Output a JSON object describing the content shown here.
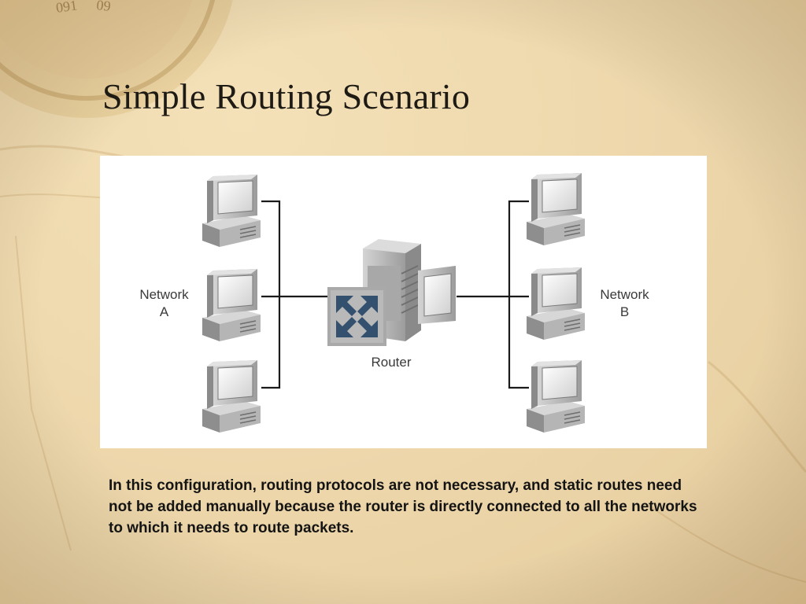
{
  "slide": {
    "title": "Simple Routing Scenario",
    "caption": "In this configuration, routing protocols are not necessary, and static routes need not be added manually because the router is directly connected to all the networks to which it needs to route packets."
  },
  "diagram": {
    "network_a": {
      "line1": "Network",
      "line2": "A"
    },
    "network_b": {
      "line1": "Network",
      "line2": "B"
    },
    "router_label": "Router",
    "hosts_per_network": 3
  },
  "background": {
    "compass_digits": [
      "091",
      "09"
    ]
  }
}
